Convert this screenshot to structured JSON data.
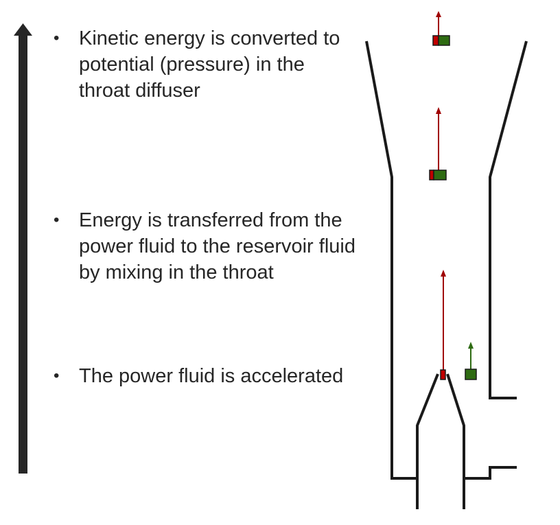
{
  "bullets": [
    {
      "marker": "•",
      "text": "Kinetic energy is converted to potential (pressure) in the throat diffuser"
    },
    {
      "marker": "•",
      "text": "Energy is transferred from the power fluid to the reservoir fluid by mixing in the throat"
    },
    {
      "marker": "•",
      "text": "The power fluid is accelerated"
    }
  ],
  "colors": {
    "text": "#262626",
    "arrow": "#262626",
    "pump_outline": "#1a1a1a",
    "power_fluid": "#c00000",
    "reservoir_fluid": "#2e6b12",
    "velocity_arrow_red": "#a00000",
    "velocity_arrow_green": "#2e6b12"
  }
}
